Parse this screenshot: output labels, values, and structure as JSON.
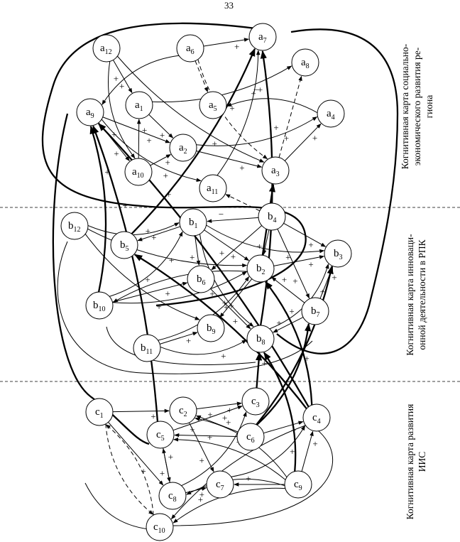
{
  "page_number": "33",
  "section_labels": [
    {
      "lines": [
        "Когнитивная карта социально-",
        "экономического развития ре-",
        "гиона"
      ]
    },
    {
      "lines": [
        "Когнитивная карта инноваци-",
        "онной деятельности в РПК"
      ]
    },
    {
      "lines": [
        "Когнитивная карта развития",
        "ИИС"
      ]
    }
  ],
  "nodes": [
    {
      "id": "a12",
      "letter": "a",
      "sub": "12"
    },
    {
      "id": "a6",
      "letter": "a",
      "sub": "6"
    },
    {
      "id": "a7",
      "letter": "a",
      "sub": "7"
    },
    {
      "id": "a8",
      "letter": "a",
      "sub": "8"
    },
    {
      "id": "a1",
      "letter": "a",
      "sub": "1"
    },
    {
      "id": "a5",
      "letter": "a",
      "sub": "5"
    },
    {
      "id": "a4",
      "letter": "a",
      "sub": "4"
    },
    {
      "id": "a9",
      "letter": "a",
      "sub": "9"
    },
    {
      "id": "a2",
      "letter": "a",
      "sub": "2"
    },
    {
      "id": "a10",
      "letter": "a",
      "sub": "10"
    },
    {
      "id": "a3",
      "letter": "a",
      "sub": "3"
    },
    {
      "id": "a11",
      "letter": "a",
      "sub": "11"
    },
    {
      "id": "b12",
      "letter": "b",
      "sub": "12"
    },
    {
      "id": "b1",
      "letter": "b",
      "sub": "1"
    },
    {
      "id": "b4",
      "letter": "b",
      "sub": "4"
    },
    {
      "id": "b5",
      "letter": "b",
      "sub": "5"
    },
    {
      "id": "b3",
      "letter": "b",
      "sub": "3"
    },
    {
      "id": "b2",
      "letter": "b",
      "sub": "2"
    },
    {
      "id": "b6",
      "letter": "b",
      "sub": "6"
    },
    {
      "id": "b10",
      "letter": "b",
      "sub": "10"
    },
    {
      "id": "b7",
      "letter": "b",
      "sub": "7"
    },
    {
      "id": "b9",
      "letter": "b",
      "sub": "9"
    },
    {
      "id": "b11",
      "letter": "b",
      "sub": "11"
    },
    {
      "id": "b8",
      "letter": "b",
      "sub": "8"
    },
    {
      "id": "c1",
      "letter": "c",
      "sub": "1"
    },
    {
      "id": "c2",
      "letter": "c",
      "sub": "2"
    },
    {
      "id": "c3",
      "letter": "c",
      "sub": "3"
    },
    {
      "id": "c4",
      "letter": "c",
      "sub": "4"
    },
    {
      "id": "c5",
      "letter": "c",
      "sub": "5"
    },
    {
      "id": "c6",
      "letter": "c",
      "sub": "6"
    },
    {
      "id": "c7",
      "letter": "c",
      "sub": "7"
    },
    {
      "id": "c8",
      "letter": "c",
      "sub": "8"
    },
    {
      "id": "c9",
      "letter": "c",
      "sub": "9"
    },
    {
      "id": "c10",
      "letter": "c",
      "sub": "10"
    }
  ],
  "edges": [
    {
      "from": "a12",
      "to": "a1",
      "sign": "+",
      "style": "normal"
    },
    {
      "from": "a12",
      "to": "a10",
      "sign": "+",
      "style": "normal"
    },
    {
      "from": "a12",
      "to": "a3",
      "sign": "+",
      "style": "normal"
    },
    {
      "from": "a6",
      "to": "a7",
      "sign": "+",
      "style": "normal"
    },
    {
      "from": "a6",
      "to": "a9",
      "sign": "+",
      "style": "normal"
    },
    {
      "from": "a6",
      "to": "a3",
      "sign": "",
      "style": "dash"
    },
    {
      "from": "a6",
      "to": "a5",
      "sign": "",
      "style": "dash"
    },
    {
      "from": "a1",
      "to": "a8",
      "sign": "−",
      "style": "normal"
    },
    {
      "from": "a1",
      "to": "a2",
      "sign": "+",
      "style": "normal"
    },
    {
      "from": "a4",
      "to": "a5",
      "sign": "+",
      "style": "normal"
    },
    {
      "from": "a9",
      "to": "a10",
      "sign": "+",
      "style": "normal"
    },
    {
      "from": "a9",
      "to": "a11",
      "sign": "+",
      "style": "normal"
    },
    {
      "from": "a9",
      "to": "a2",
      "sign": "+",
      "style": "normal"
    },
    {
      "from": "a10",
      "to": "a1",
      "sign": "+",
      "style": "normal"
    },
    {
      "from": "a10",
      "to": "a2",
      "sign": "+",
      "style": "normal"
    },
    {
      "from": "a2",
      "to": "a4",
      "sign": "+",
      "style": "normal"
    },
    {
      "from": "a2",
      "to": "a3",
      "sign": "+",
      "style": "normal"
    },
    {
      "from": "a3",
      "to": "a4",
      "sign": "+",
      "style": "normal"
    },
    {
      "from": "a3",
      "to": "a8",
      "sign": "",
      "style": "dash"
    },
    {
      "from": "a11",
      "to": "a7",
      "sign": "+",
      "style": "normal"
    },
    {
      "from": "b4",
      "to": "a11",
      "sign": "",
      "style": "dash"
    },
    {
      "from": "b12",
      "to": "b1",
      "sign": "+",
      "style": "normal"
    },
    {
      "from": "b12",
      "to": "b2",
      "sign": "+",
      "style": "normal"
    },
    {
      "from": "b12",
      "to": "b9",
      "sign": "+",
      "style": "normal"
    },
    {
      "from": "b1",
      "to": "b5",
      "sign": "+",
      "style": "normal"
    },
    {
      "from": "b1",
      "to": "b6",
      "sign": "+",
      "style": "normal"
    },
    {
      "from": "b1",
      "to": "b2",
      "sign": "+",
      "style": "normal"
    },
    {
      "from": "b1",
      "to": "b8",
      "sign": "+",
      "style": "normal"
    },
    {
      "from": "b1",
      "to": "b3",
      "sign": "+",
      "style": "normal"
    },
    {
      "from": "b4",
      "to": "b1",
      "sign": "−",
      "style": "normal"
    },
    {
      "from": "b4",
      "to": "b2",
      "sign": "+",
      "style": "normal"
    },
    {
      "from": "b4",
      "to": "b3",
      "sign": "+",
      "style": "normal"
    },
    {
      "from": "b4",
      "to": "b6",
      "sign": "+",
      "style": "normal"
    },
    {
      "from": "b4",
      "to": "b7",
      "sign": "+",
      "style": "normal"
    },
    {
      "from": "b2",
      "to": "b3",
      "sign": "+",
      "style": "normal"
    },
    {
      "from": "b2",
      "to": "b10",
      "sign": "+",
      "style": "normal"
    },
    {
      "from": "b2",
      "to": "b9",
      "sign": "+",
      "style": "normal"
    },
    {
      "from": "b7",
      "to": "b2",
      "sign": "+",
      "style": "normal"
    },
    {
      "from": "b7",
      "to": "b3",
      "sign": "+",
      "style": "normal"
    },
    {
      "from": "b7",
      "to": "b8",
      "sign": "+",
      "style": "normal"
    },
    {
      "from": "b10",
      "to": "b1",
      "sign": "+",
      "style": "normal"
    },
    {
      "from": "b10",
      "to": "b6",
      "sign": "+",
      "style": "normal"
    },
    {
      "from": "b10",
      "to": "b2",
      "sign": "+",
      "style": "normal"
    },
    {
      "from": "b10",
      "to": "a9",
      "sign": "+",
      "style": "bold"
    },
    {
      "from": "b11",
      "to": "b9",
      "sign": "+",
      "style": "normal"
    },
    {
      "from": "b11",
      "to": "b8",
      "sign": "+",
      "style": "normal"
    },
    {
      "from": "b11",
      "to": "b2",
      "sign": "+",
      "style": "normal"
    },
    {
      "from": "b6",
      "to": "b8",
      "sign": "+",
      "style": "normal"
    },
    {
      "from": "b8",
      "to": "b3",
      "sign": "+",
      "style": "normal"
    },
    {
      "from": "b5",
      "to": "a7",
      "sign": "+",
      "style": "bold"
    },
    {
      "from": "b8",
      "to": "a7",
      "sign": "+",
      "style": "bold"
    },
    {
      "from": "b2",
      "to": "a3",
      "sign": "−",
      "style": "bold"
    },
    {
      "from": "c1",
      "to": "c2",
      "sign": "+",
      "style": "normal"
    },
    {
      "from": "c1",
      "to": "c8",
      "sign": "+",
      "style": "normal"
    },
    {
      "from": "c1",
      "to": "c10",
      "sign": "",
      "style": "dash"
    },
    {
      "from": "c2",
      "to": "c3",
      "sign": "+",
      "style": "normal"
    },
    {
      "from": "c2",
      "to": "c7",
      "sign": "+",
      "style": "normal"
    },
    {
      "from": "c5",
      "to": "c3",
      "sign": "+",
      "style": "normal"
    },
    {
      "from": "c5",
      "to": "c8",
      "sign": "+",
      "style": "normal"
    },
    {
      "from": "c6",
      "to": "c2",
      "sign": "+",
      "style": "normal"
    },
    {
      "from": "c6",
      "to": "c5",
      "sign": "+",
      "style": "normal"
    },
    {
      "from": "c6",
      "to": "c4",
      "sign": "+",
      "style": "normal"
    },
    {
      "from": "c6",
      "to": "b3",
      "sign": "+",
      "style": "bold"
    },
    {
      "from": "c6",
      "to": "b7",
      "sign": "+",
      "style": "bold"
    },
    {
      "from": "c9",
      "to": "c7",
      "sign": "+",
      "style": "normal"
    },
    {
      "from": "c9",
      "to": "c8",
      "sign": "+",
      "style": "normal"
    },
    {
      "from": "c9",
      "to": "c10",
      "sign": "+",
      "style": "normal"
    },
    {
      "from": "c9",
      "to": "c5",
      "sign": "+",
      "style": "normal"
    },
    {
      "from": "c9",
      "to": "c4",
      "sign": "+",
      "style": "normal"
    },
    {
      "from": "c9",
      "to": "c2",
      "sign": "+",
      "style": "normal"
    },
    {
      "from": "c9",
      "to": "b8",
      "sign": "+",
      "style": "bold"
    },
    {
      "from": "c8",
      "to": "c7",
      "sign": "+",
      "style": "normal"
    },
    {
      "from": "c8",
      "to": "c3",
      "sign": "+",
      "style": "normal"
    },
    {
      "from": "c8",
      "to": "c5",
      "sign": "+",
      "style": "normal"
    },
    {
      "from": "c7",
      "to": "c4",
      "sign": "+",
      "style": "normal"
    },
    {
      "from": "c3",
      "to": "b8",
      "sign": "+",
      "style": "bold"
    },
    {
      "from": "c4",
      "to": "b2",
      "sign": "+",
      "style": "bold"
    },
    {
      "from": "c4",
      "to": "b5",
      "sign": "+",
      "style": "bold"
    },
    {
      "from": "c4",
      "to": "a9",
      "sign": "+",
      "style": "bold"
    },
    {
      "from": "c5",
      "to": "a9",
      "sign": "+",
      "style": "bold"
    },
    {
      "from": "c10",
      "to": "c1",
      "sign": "",
      "style": "dash"
    },
    {
      "from": "c4",
      "to": "c10",
      "sign": "",
      "style": "normal"
    }
  ]
}
